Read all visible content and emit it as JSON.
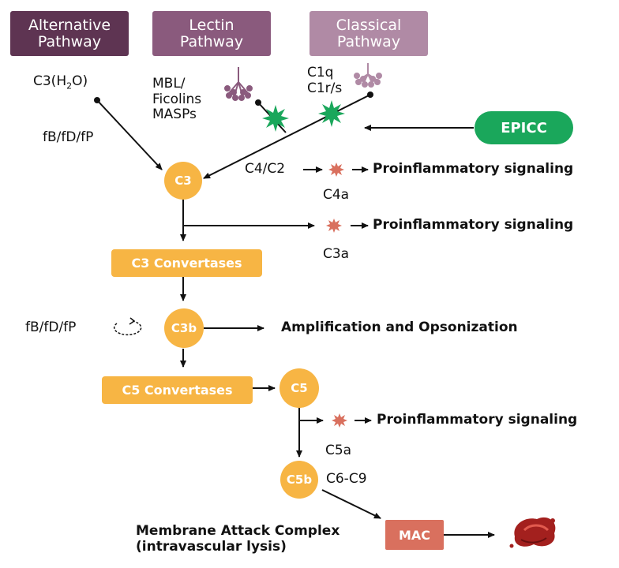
{
  "pathways": {
    "alternative": [
      "Alternative",
      "Pathway"
    ],
    "lectin": [
      "Lectin",
      "Pathway"
    ],
    "classical": [
      "Classical",
      "Pathway"
    ]
  },
  "labels": {
    "c3h2o_prefix": "C3(H",
    "c3h2o_sub": "2",
    "c3h2o_suffix": "O)",
    "factors_top": "fB/fD/fP",
    "lectin_factors": [
      "MBL/",
      "Ficolins",
      "MASPs"
    ],
    "classical_factors": [
      "C1q",
      "C1r/s"
    ],
    "c4c2": "C4/C2",
    "c4a": "C4a",
    "c3a": "C3a",
    "factors_loop": "fB/fD/fP",
    "amplification": "Amplification and Opsonization",
    "c5a": "C5a",
    "c6c9": "C6-C9",
    "mac_caption": [
      "Membrane Attack Complex",
      "(intravascular lysis)"
    ],
    "proinflammatory": "Proinflammatory signaling"
  },
  "nodes": {
    "c3": "C3",
    "c3_convertases": "C3 Convertases",
    "c3b": "C3b",
    "c5_convertases": "C5 Convertases",
    "c5": "C5",
    "c5b": "C5b",
    "epicc": "EPICC",
    "mac": "MAC"
  },
  "colors": {
    "alternative": "#5e3452",
    "lectin": "#8a5a7d",
    "classical": "#b08aa5",
    "node": "#f7b544",
    "epicc": "#1aa75b",
    "mac": "#d9705e",
    "burst": "#d9705e",
    "inhibition_star": "#1aa75b"
  }
}
